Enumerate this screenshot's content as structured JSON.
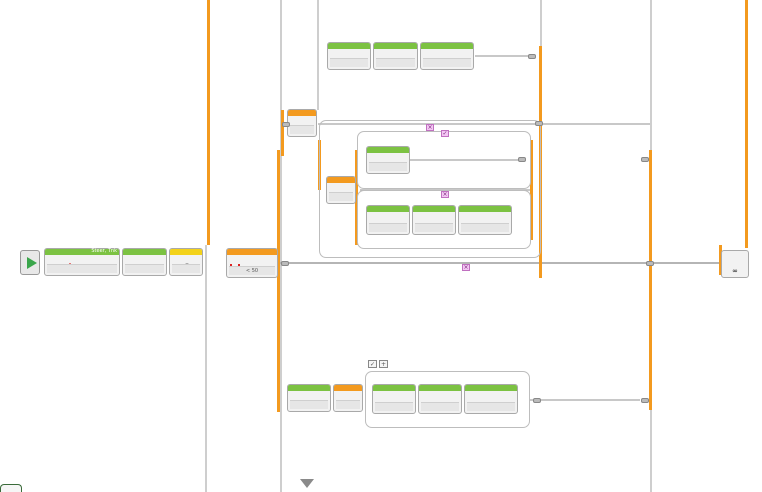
{
  "canvas": {
    "background": "#ffffff",
    "wire_color": "#b5b5b5",
    "loop_color": "#f39a1f",
    "motor_color": "#7cc242",
    "wait_color": "#f3d21a"
  },
  "start_block": {
    "icon": "play-icon"
  },
  "blocks": {
    "sequence_a": [
      {
        "kind": "motor",
        "label": "",
        "icon": "motor-icon"
      },
      {
        "kind": "motor",
        "label": "",
        "icon": "motor-icon"
      },
      {
        "kind": "motor",
        "label": "",
        "icon": "motor-icon"
      }
    ],
    "main_a": {
      "kind": "motor",
      "label": "Steer, Tnk",
      "icon": "motor-icon"
    },
    "main_b": {
      "kind": "motor",
      "label": "",
      "icon": "motor-icon"
    },
    "main_c": {
      "kind": "wait",
      "label": "",
      "icon": "timer-icon"
    },
    "switch_main": {
      "kind": "switch",
      "label": "",
      "icon": "magnet-icon",
      "row": "< 50"
    },
    "switch_inner": {
      "kind": "switch",
      "label": "",
      "icon": "magnet-icon",
      "row": ""
    },
    "switch_top": {
      "kind": "switch",
      "label": "",
      "icon": "magnet-icon",
      "row": ""
    },
    "loop_end": {
      "kind": "loop",
      "label": "",
      "icon": "loop-icon",
      "row": "∞"
    }
  },
  "case_tags": [
    "×",
    "✓",
    "×",
    "×"
  ],
  "add_case": {
    "check": "✓",
    "plus": "+"
  }
}
